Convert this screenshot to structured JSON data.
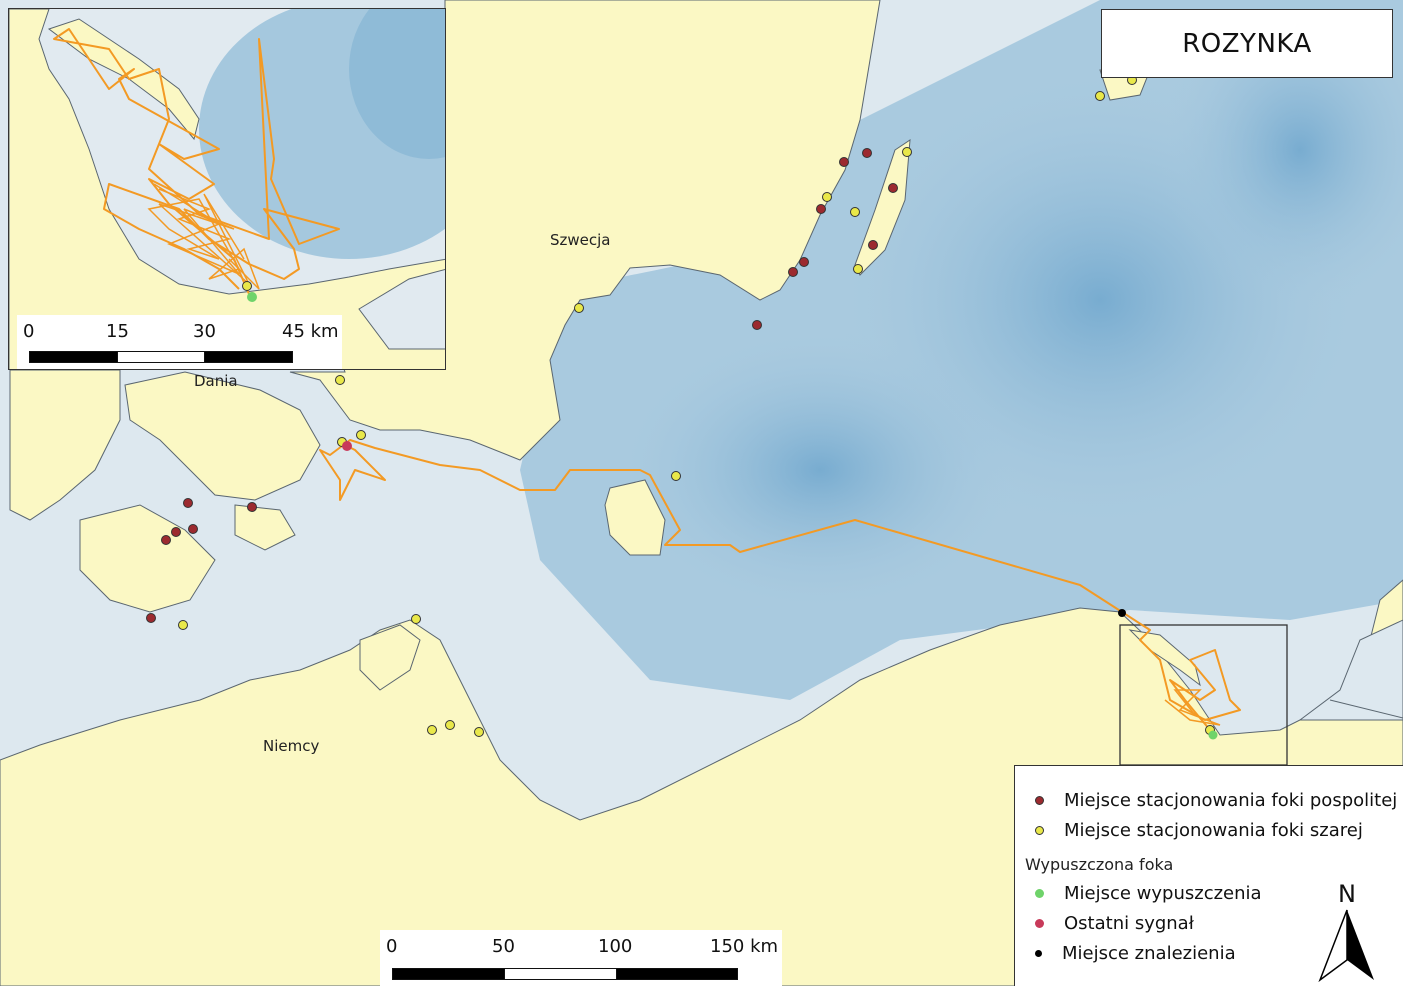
{
  "title": "ROZYNKA",
  "labels": {
    "sweden": "Szwecja",
    "denmark": "Dania",
    "germany": "Niemcy"
  },
  "inset_scale": {
    "ticks": [
      "0",
      "15",
      "30",
      "45 km"
    ]
  },
  "main_scale": {
    "ticks": [
      "0",
      "50",
      "100",
      "150 km"
    ]
  },
  "legend": {
    "harbour_seal": "Miejsce stacjonowania foki pospolitej",
    "grey_seal": "Miejsce stacjonowania foki szarej",
    "group_title": "Wypuszczona foka",
    "release": "Miejsce wypuszczenia",
    "last_signal": "Ostatni sygnał",
    "found": "Miejsce znalezienia"
  },
  "north_label": "N",
  "colors": {
    "land": "#fbf8c4",
    "sea_light": "#e2ebf1",
    "sea_mid": "#a7c9de",
    "sea_deep": "#7fb2d3",
    "track": "#f39a24",
    "harbour_seal": "#9c2a2f",
    "grey_seal": "#e9e84a",
    "release": "#6fd36a",
    "last_signal": "#c83a5a",
    "found": "#000000"
  }
}
